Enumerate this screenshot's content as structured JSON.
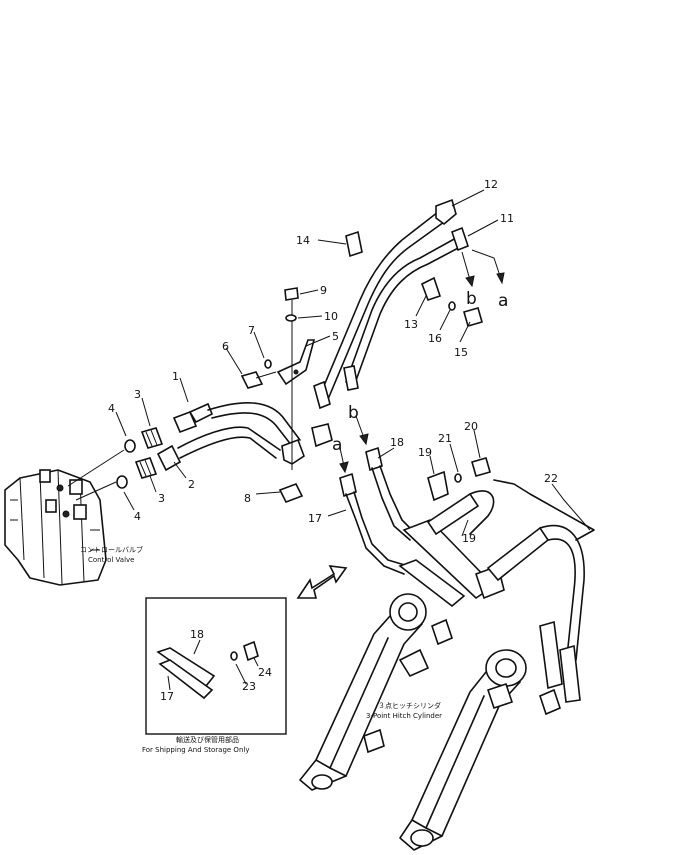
{
  "callouts": [
    {
      "id": "c1",
      "text": "1"
    },
    {
      "id": "c2",
      "text": "2"
    },
    {
      "id": "c3a",
      "text": "3"
    },
    {
      "id": "c3b",
      "text": "3"
    },
    {
      "id": "c4a",
      "text": "4"
    },
    {
      "id": "c4b",
      "text": "4"
    },
    {
      "id": "c5",
      "text": "5"
    },
    {
      "id": "c6",
      "text": "6"
    },
    {
      "id": "c7",
      "text": "7"
    },
    {
      "id": "c8",
      "text": "8"
    },
    {
      "id": "c9",
      "text": "9"
    },
    {
      "id": "c10",
      "text": "10"
    },
    {
      "id": "c11",
      "text": "11"
    },
    {
      "id": "c12",
      "text": "12"
    },
    {
      "id": "c13",
      "text": "13"
    },
    {
      "id": "c14",
      "text": "14"
    },
    {
      "id": "c15",
      "text": "15"
    },
    {
      "id": "c16",
      "text": "16"
    },
    {
      "id": "c17",
      "text": "17"
    },
    {
      "id": "c18",
      "text": "18"
    },
    {
      "id": "c19a",
      "text": "19"
    },
    {
      "id": "c19b",
      "text": "19"
    },
    {
      "id": "c20",
      "text": "20"
    },
    {
      "id": "c21",
      "text": "21"
    },
    {
      "id": "c22",
      "text": "22"
    }
  ],
  "inset_callouts": [
    {
      "id": "i18",
      "text": "18"
    },
    {
      "id": "i17",
      "text": "17"
    },
    {
      "id": "i23",
      "text": "23"
    },
    {
      "id": "i24",
      "text": "24"
    }
  ],
  "letters": {
    "b_top": "b",
    "a_top": "a",
    "b_mid": "b",
    "a_mid": "a"
  },
  "labels": {
    "control_valve_jp": "コントロールバルブ",
    "control_valve_en": "Control Valve",
    "hitch_cylinder_jp": "３点ヒッチシリンダ",
    "hitch_cylinder_en": "3-Point Hitch Cylinder",
    "shipping_jp": "輸送及び保管用部品",
    "shipping_en": "For Shipping And Storage Only"
  }
}
